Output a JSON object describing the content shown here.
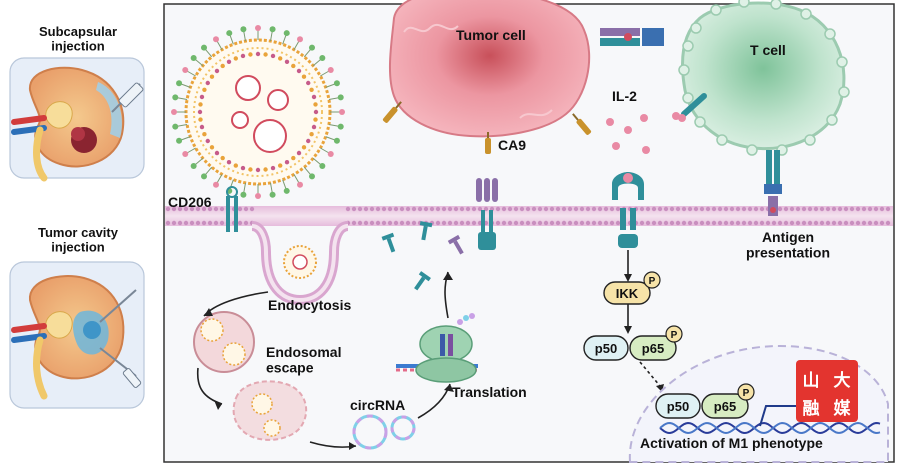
{
  "left_panel": {
    "subcapsular": "Subcapsular\ninjection",
    "tumor_cavity": "Tumor cavity\ninjection"
  },
  "labels": {
    "cd206": "CD206",
    "tumor_cell": "Tumor cell",
    "t_cell": "T cell",
    "ca9": "CA9",
    "il2": "IL-2",
    "endocytosis": "Endocytosis",
    "endosomal_escape": "Endosomal\nescape",
    "circrna": "circRNA",
    "translation": "Translation",
    "antigen_presentation": "Antigen\npresentation",
    "activation": "Activation of M1 phenotype"
  },
  "badges": {
    "ikk": "IKK",
    "p50": "p50",
    "p65": "p65",
    "phospho": "P"
  },
  "logo": {
    "chars": [
      "山",
      "大",
      "融",
      "媒"
    ]
  },
  "colors": {
    "membrane": "#d9a6cf",
    "tumor_cell": "#f3a9b3",
    "t_cell": "#bfe3cd",
    "nanoparticle_shell": "#e9a33a",
    "receptor_teal": "#2f8f9a",
    "receptor_purple": "#8a6fa8",
    "logo_red": "#e3342f"
  }
}
